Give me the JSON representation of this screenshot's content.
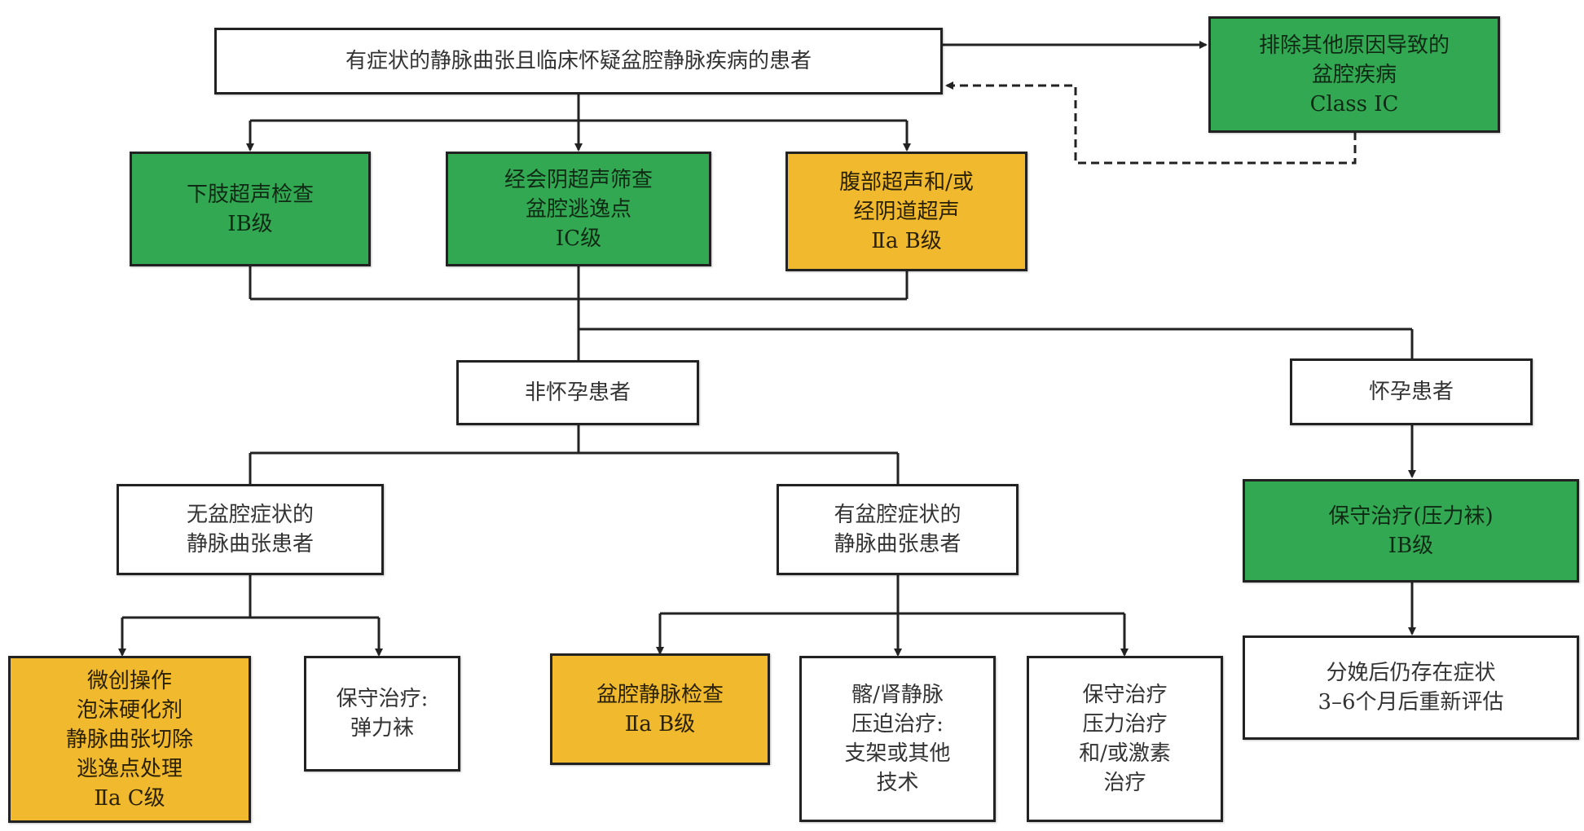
{
  "colors": {
    "recommend_green": "#33a853",
    "recommend_yellow": "#f0b92e",
    "neutral": "#ffffff",
    "line": "#222222"
  },
  "nodes": {
    "root": "有症状的静脉曲张且临床怀疑盆腔静脉疾病的患者",
    "exclude": "排除其他原因导致的\n盆腔疾病\nClass ⅠC",
    "leg_us": "下肢超声检查\nⅠB级",
    "perineal_us": "经会阴超声筛查\n盆腔逃逸点\nⅠC级",
    "abd_us": "腹部超声和/或\n经阴道超声\nⅡa B级",
    "non_pregnant": "非怀孕患者",
    "pregnant": "怀孕患者",
    "no_pelvic": "无盆腔症状的\n静脉曲张患者",
    "with_pelvic": "有盆腔症状的\n静脉曲张患者",
    "conservative_preg": "保守治疗(压力袜)\nⅠB级",
    "postpartum": "分娩后仍存在症状\n3–6个月后重新评估",
    "minimal_invasive": "微创操作\n泡沫硬化剂\n静脉曲张切除\n逃逸点处理\nⅡa C级",
    "conservative_stocking": "保守治疗:\n弹力袜",
    "pelvic_exam": "盆腔静脉检查\nⅡa B级",
    "iliac_renal": "髂/肾静脉\n压迫治疗:\n支架或其他\n技术",
    "conservative_hormone": "保守治疗\n压力治疗\n和/或激素\n治疗"
  }
}
